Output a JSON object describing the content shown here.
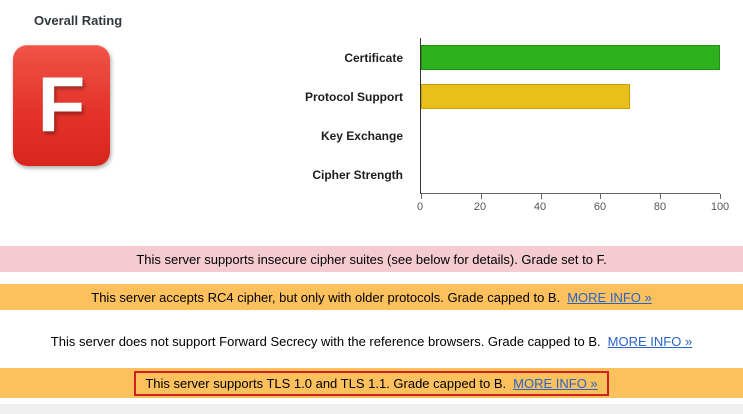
{
  "overall_rating": {
    "label": "Overall Rating",
    "grade": "F"
  },
  "chart_data": {
    "type": "bar",
    "orientation": "horizontal",
    "title": "",
    "categories": [
      "Certificate",
      "Protocol Support",
      "Key Exchange",
      "Cipher Strength"
    ],
    "values": [
      100,
      70,
      0,
      0
    ],
    "xlim": [
      0,
      100
    ],
    "x_ticks": [
      "0",
      "20",
      "40",
      "60",
      "80",
      "100"
    ],
    "bar_colors": [
      {
        "fill": "#2db11c",
        "border": "#1d9110"
      },
      {
        "fill": "#e8c019",
        "border": "#c2a00d"
      },
      null,
      null
    ],
    "grid": false,
    "legend": false
  },
  "messages": [
    {
      "type": "error",
      "text": "This server supports insecure cipher suites (see below for details). Grade set to F.",
      "link_label": ""
    },
    {
      "type": "warning",
      "text": "This server accepts RC4 cipher, but only with older protocols. Grade capped to B.",
      "link_label": "MORE INFO »"
    },
    {
      "type": "plain",
      "text": "This server does not support Forward Secrecy with the reference browsers. Grade capped to B.",
      "link_label": "MORE INFO »"
    },
    {
      "type": "warning",
      "text": "This server supports TLS 1.0 and TLS 1.1. Grade capped to B.",
      "link_label": "MORE INFO »",
      "highlighted": true
    }
  ],
  "colors": {
    "grade_badge_red": "#e4332a",
    "error_bg": "#f3cbd1",
    "warning_bg": "#fcc05c",
    "link_blue": "#2a63c6",
    "highlight_border": "#cc2222",
    "bar_green": "#2db11c",
    "bar_yellow": "#e8c019"
  }
}
